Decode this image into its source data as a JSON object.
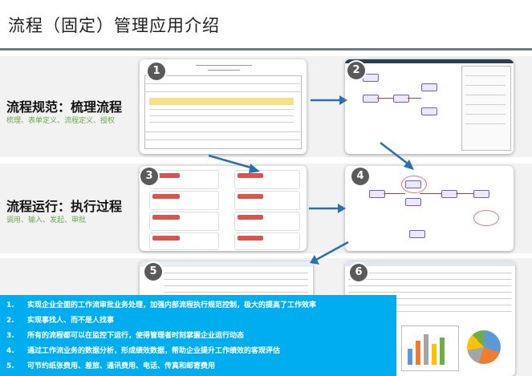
{
  "page_title": "流程（固定）管理应用介绍",
  "sections": [
    {
      "label": "流程规范：梳理流程",
      "sub": "梳理、表单定义、流程定义、授权"
    },
    {
      "label": "流程运行：执行过程",
      "sub": "调用、输入、发起、审批"
    }
  ],
  "screenshots": [
    {
      "number": "1"
    },
    {
      "number": "2"
    },
    {
      "number": "3"
    },
    {
      "number": "4"
    },
    {
      "number": "5"
    },
    {
      "number": "6"
    }
  ],
  "benefits": [
    {
      "num": "1.",
      "text": "实现企业全面的工作流审批业务处理，加强内部流程执行规范控制，极大的提高了工作效率"
    },
    {
      "num": "2.",
      "text": "实现事找人、而不是人找事"
    },
    {
      "num": "3.",
      "text": "所有的流程都可以在监控下运行，使得管理者时刻掌握企业运行动态"
    },
    {
      "num": "4.",
      "text": "通过工作流业务的数据分析，形成绩效数据，帮助企业提升工作绩效的客观评估"
    },
    {
      "num": "5.",
      "text": "可节约纸张费用、差旅、通讯费用、电话、传真和邮寄费用"
    }
  ],
  "colors": {
    "overlay": "#00aeef",
    "badge": "#5a5a5a",
    "arrow": "#2a6fb0",
    "sub_text": "#6aa84f"
  }
}
